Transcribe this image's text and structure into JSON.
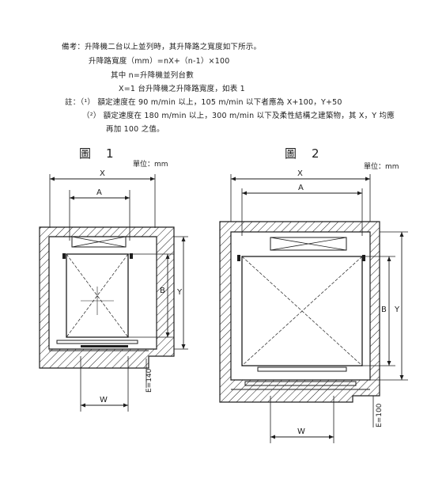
{
  "notes": {
    "remark_heading": "備考：",
    "remark_line": "升降機二台以上並列時，其升降路之寬度如下所示。",
    "formula": "升降路寬度（mm）=nX+（n-1）×100",
    "where_line": "其中 n=升降機並列台數",
    "x_line": "X=1 台升降機之升降路寬度，如表 1",
    "note_heading": "註：",
    "note1_marker": "（¹）",
    "note1_text": "額定速度在 90 m/min 以上，105 m/min 以下者應為 X+100，Y+50",
    "note2_marker": "（²）",
    "note2_text": "額定速度在 180 m/min 以上，300 m/min 以下及柔性結構之建築物，其 X，Y 均應",
    "note2_cont": "再加 100 之值。"
  },
  "figure1": {
    "title": "圖　1",
    "unit": "單位：mm",
    "label_x": "X",
    "label_a": "A",
    "label_b": "B",
    "label_y": "Y",
    "label_w": "W",
    "label_e": "E=140"
  },
  "figure2": {
    "title": "圖　2",
    "unit": "單位：mm",
    "label_x": "X",
    "label_a": "A",
    "label_b": "B",
    "label_y": "Y",
    "label_w": "W",
    "label_e": "E=100"
  },
  "colors": {
    "ink": "#1e1e1e",
    "paper": "#ffffff"
  }
}
